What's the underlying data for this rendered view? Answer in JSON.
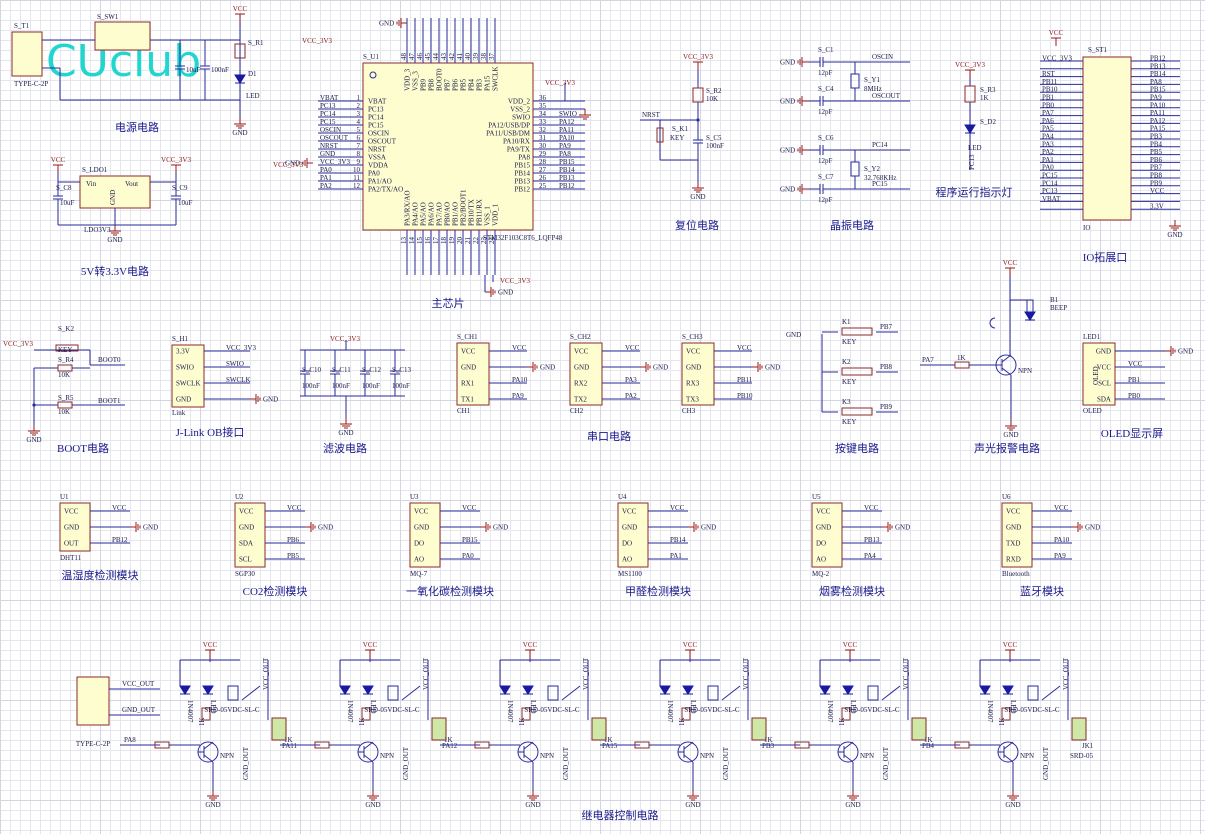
{
  "logo": "MCUclub",
  "sections": {
    "power": "电源电路",
    "ldo": "5V转3.3V电路",
    "mcu": "主芯片",
    "reset": "复位电路",
    "crystal": "晶振电路",
    "run_led": "程序运行指示灯",
    "io": "IO拓展口",
    "boot": "BOOT电路",
    "jlink": "J-Link OB接口",
    "filter": "滤波电路",
    "uart": "串口电路",
    "keys": "按键电路",
    "alarm": "声光报警电路",
    "oled": "OLED显示屏",
    "dht": "温湿度检测模块",
    "co2": "CO2检测模块",
    "co": "一氧化碳检测模块",
    "hcho": "甲醛检测模块",
    "smoke": "烟雾检测模块",
    "bt": "蓝牙模块",
    "relay": "继电器控制电路"
  },
  "nets": {
    "vcc": "VCC",
    "vcc33": "VCC_3V3",
    "gnd": "GND"
  },
  "mcu": {
    "ref": "S_U1",
    "part": "STM32F103C8T6_LQFP48",
    "left_pins": [
      "VBAT",
      "PC13",
      "PC14",
      "PC15",
      "OSCIN",
      "OSCOUT",
      "NRST",
      "VSSA",
      "VDDA",
      "PA0",
      "PA1/AO",
      "PA2/TX/AO"
    ],
    "left_nums": [
      "1",
      "2",
      "3",
      "4",
      "5",
      "6",
      "7",
      "8",
      "9",
      "10",
      "11",
      "12"
    ],
    "left_nets": [
      "VBAT",
      "PC13",
      "PC14",
      "PC15",
      "OSCIN",
      "OSCOUT",
      "NRST",
      "GND",
      "VCC_3V3",
      "PA0",
      "PA1",
      "PA2"
    ],
    "right_pins": [
      "VDD_2",
      "VSS_2",
      "SWIO",
      "PA12/USB/DP",
      "PA11/USB/DM",
      "PA10/RX",
      "PA9/TX",
      "PA8",
      "PB15",
      "PB14",
      "PB13",
      "PB12"
    ],
    "right_nums": [
      "36",
      "35",
      "34",
      "33",
      "32",
      "31",
      "30",
      "29",
      "28",
      "27",
      "26",
      "25"
    ],
    "right_nets": [
      "",
      "",
      "SWIO",
      "PA12",
      "PA11",
      "PA10",
      "PA9",
      "PA8",
      "PB15",
      "PB14",
      "PB13",
      "PB12"
    ],
    "top_pins": [
      "VDD_3",
      "VSS_3",
      "PB9",
      "PB8",
      "BOOT0",
      "PB7",
      "PB6",
      "PB5",
      "PB4",
      "PB3",
      "PA15",
      "SWCLK"
    ],
    "top_nums": [
      "48",
      "47",
      "46",
      "45",
      "44",
      "43",
      "42",
      "41",
      "40",
      "39",
      "38",
      "37"
    ],
    "bottom_pins": [
      "PA3/RX/AO",
      "PA4/AO",
      "PA5/AO",
      "PA6/AO",
      "PA7/AO",
      "PB0/AO",
      "PB1/AO",
      "PB2/BOOT1",
      "PB10/TX",
      "PB11/RX",
      "VSS_1",
      "VDD_1"
    ],
    "bottom_nums": [
      "13",
      "14",
      "15",
      "16",
      "17",
      "18",
      "19",
      "20",
      "21",
      "22",
      "23",
      "24"
    ]
  },
  "power": {
    "sw": "S_SW1",
    "conn": "S_T1",
    "conn_part": "TYPE-C-2P",
    "res": "S_R1",
    "led": "D1",
    "led_label": "LED",
    "cap": "10uF",
    "cap2": "100nF"
  },
  "ldo": {
    "ref": "S_LDO1",
    "part": "LDO3V3",
    "vin": "Vin",
    "vout": "Vout",
    "gnd": "GND",
    "c_in": "S_C8",
    "c_out": "S_C9",
    "c_val": "10uF"
  },
  "reset": {
    "r": "S_R2",
    "rv": "10K",
    "key": "S_K1",
    "key_label": "KEY",
    "c": "S_C5",
    "cv": "100nF",
    "net": "NRST"
  },
  "crystal": {
    "c1": "S_C1",
    "c4": "S_C4",
    "c6": "S_C6",
    "c7": "S_C7",
    "cv": "12pF",
    "y1": "S_Y1",
    "y1v": "8MHz",
    "y2": "S_Y2",
    "y2v": "32.768KHz",
    "n1": "OSCIN",
    "n2": "OSCOUT",
    "n3": "PC14",
    "n4": "PC15"
  },
  "run_led": {
    "r": "S_R3",
    "rv": "1K",
    "d": "S_D2",
    "dv": "LED",
    "net": "PC13"
  },
  "io": {
    "ref": "S_ST1",
    "part": "IO",
    "left_nets": [
      "VCC_3V3",
      "",
      "RST",
      "PB11",
      "PB10",
      "PB1",
      "PB0",
      "PA7",
      "PA6",
      "PA5",
      "PA4",
      "PA3",
      "PA2",
      "PA1",
      "PA0",
      "PC15",
      "PC14",
      "PC13",
      "VBAT",
      ""
    ],
    "right_nets": [
      "PB12",
      "PB13",
      "PB14",
      "PA8",
      "PB15",
      "PA9",
      "PA10",
      "PA11",
      "PA12",
      "PA15",
      "PB3",
      "PB4",
      "PB5",
      "PB6",
      "PB7",
      "PB8",
      "PB9",
      "VCC",
      "",
      "3.3V"
    ]
  },
  "boot": {
    "key": "S_K2",
    "key_label": "KEY",
    "r4": "S_R4",
    "r5": "S_R5",
    "rv": "10K",
    "n1": "BOOT0",
    "n2": "BOOT1"
  },
  "jlink": {
    "ref": "S_H1",
    "part": "Link",
    "pins": [
      "3.3V",
      "SWIO",
      "SWCLK",
      "GND"
    ],
    "nets": [
      "VCC_3V3",
      "SWIO",
      "SWCLK",
      "GND"
    ]
  },
  "filter": {
    "caps": [
      "S_C10",
      "S_C11",
      "S_C12",
      "S_C13"
    ],
    "cv": "100nF"
  },
  "uart": [
    {
      "ref": "S_CH1",
      "part": "CH1",
      "pins": [
        "VCC",
        "GND",
        "RX1",
        "TX1"
      ],
      "nets": [
        "VCC",
        "",
        "PA10",
        "PA9"
      ]
    },
    {
      "ref": "S_CH2",
      "part": "CH2",
      "pins": [
        "VCC",
        "GND",
        "RX2",
        "TX2"
      ],
      "nets": [
        "VCC",
        "",
        "PA3",
        "PA2"
      ]
    },
    {
      "ref": "S_CH3",
      "part": "CH3",
      "pins": [
        "VCC",
        "GND",
        "RX3",
        "TX3"
      ],
      "nets": [
        "VCC",
        "",
        "PB11",
        "PB10"
      ]
    }
  ],
  "keys": {
    "refs": [
      "K1",
      "K2",
      "K3"
    ],
    "label": "KEY",
    "nets": [
      "PB7",
      "PB8",
      "PB9"
    ]
  },
  "alarm": {
    "buzzer": "B1",
    "buzzer_label": "BEEP",
    "r": "1K",
    "q": "NPN",
    "net": "PA7"
  },
  "oled": {
    "ref": "LED1",
    "part": "OLED",
    "pins": [
      "GND",
      "VCC",
      "SCL",
      "SDA"
    ],
    "nets": [
      "GND",
      "VCC",
      "PB1",
      "PB0"
    ]
  },
  "modules": [
    {
      "ref": "U1",
      "part": "DHT11",
      "pins": [
        "VCC",
        "GND",
        "OUT"
      ],
      "nets": [
        "VCC",
        "GND",
        "PB12"
      ]
    },
    {
      "ref": "U2",
      "part": "SGP30",
      "pins": [
        "VCC",
        "GND",
        "SDA",
        "SCL"
      ],
      "nets": [
        "VCC",
        "GND",
        "PB6",
        "PB5"
      ]
    },
    {
      "ref": "U3",
      "part": "MQ-7",
      "pins": [
        "VCC",
        "GND",
        "DO",
        "AO"
      ],
      "nets": [
        "VCC",
        "GND",
        "PB15",
        "PA0"
      ]
    },
    {
      "ref": "U4",
      "part": "MS1100",
      "pins": [
        "VCC",
        "GND",
        "DO",
        "AO"
      ],
      "nets": [
        "VCC",
        "GND",
        "PB14",
        "PA1"
      ]
    },
    {
      "ref": "U5",
      "part": "MQ-2",
      "pins": [
        "VCC",
        "GND",
        "DO",
        "AO"
      ],
      "nets": [
        "VCC",
        "GND",
        "PB13",
        "PA4"
      ]
    },
    {
      "ref": "U6",
      "part": "Bluetooth",
      "pins": [
        "VCC",
        "GND",
        "TXD",
        "RXD"
      ],
      "nets": [
        "VCC",
        "GND",
        "PA10",
        "PA9"
      ]
    }
  ],
  "relay_conn": {
    "part": "TYPE-C-2P",
    "n1": "VCC_OUT",
    "n2": "GND_OUT"
  },
  "relays": [
    {
      "ctrl": "PA8",
      "out": "PA11"
    },
    {
      "ctrl": "1K",
      "out": "PA12"
    },
    {
      "ctrl": "1K",
      "out": "PA15"
    },
    {
      "ctrl": "1K",
      "out": "PB3"
    },
    {
      "ctrl": "1K",
      "out": "PB4"
    },
    {
      "ctrl": "1K",
      "out": "JK1"
    }
  ],
  "relay_labels": {
    "diode": "1N4007",
    "led": "LED",
    "r": "1K",
    "relay": "SRD-05VDC-SL-C",
    "q": "NPN",
    "vcc_out": "VCC_OUT",
    "gnd_out": "GND_OUT",
    "last_part": "SRD-05"
  }
}
